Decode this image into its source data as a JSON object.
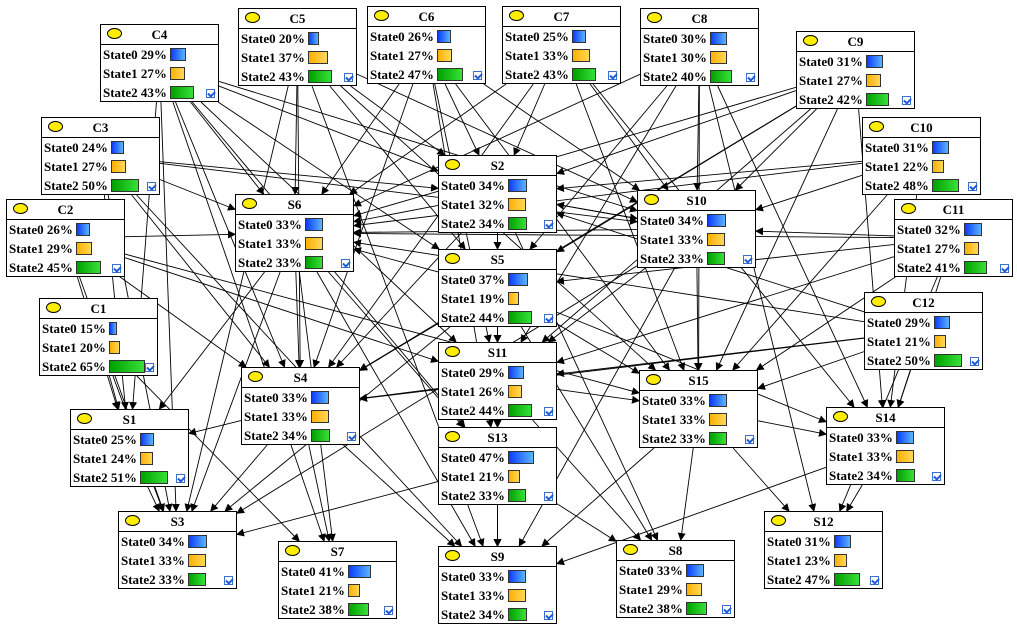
{
  "colors": {
    "state0": "#1e6bff",
    "state1": "#ffc21e",
    "state2": "#10c010",
    "bulb": "#ffee00"
  },
  "nodes": [
    {
      "id": "C4",
      "states": [
        {
          "label": "State0 29%",
          "value": 29
        },
        {
          "label": "State1 27%",
          "value": 27
        },
        {
          "label": "State2 43%",
          "value": 43
        }
      ]
    },
    {
      "id": "C5",
      "states": [
        {
          "label": "State0 20%",
          "value": 20
        },
        {
          "label": "State1 37%",
          "value": 37
        },
        {
          "label": "State2 43%",
          "value": 43
        }
      ]
    },
    {
      "id": "C6",
      "states": [
        {
          "label": "State0 26%",
          "value": 26
        },
        {
          "label": "State1 27%",
          "value": 27
        },
        {
          "label": "State2 47%",
          "value": 47
        }
      ]
    },
    {
      "id": "C7",
      "states": [
        {
          "label": "State0 25%",
          "value": 25
        },
        {
          "label": "State1 33%",
          "value": 33
        },
        {
          "label": "State2 43%",
          "value": 43
        }
      ]
    },
    {
      "id": "C8",
      "states": [
        {
          "label": "State0 30%",
          "value": 30
        },
        {
          "label": "State1 30%",
          "value": 30
        },
        {
          "label": "State2 40%",
          "value": 40
        }
      ]
    },
    {
      "id": "C9",
      "states": [
        {
          "label": "State0 31%",
          "value": 31
        },
        {
          "label": "State1 27%",
          "value": 27
        },
        {
          "label": "State2 42%",
          "value": 42
        }
      ]
    },
    {
      "id": "C3",
      "states": [
        {
          "label": "State0 24%",
          "value": 24
        },
        {
          "label": "State1 27%",
          "value": 27
        },
        {
          "label": "State2 50%",
          "value": 50
        }
      ]
    },
    {
      "id": "C10",
      "states": [
        {
          "label": "State0 31%",
          "value": 31
        },
        {
          "label": "State1 22%",
          "value": 22
        },
        {
          "label": "State2 48%",
          "value": 48
        }
      ]
    },
    {
      "id": "S2",
      "states": [
        {
          "label": "State0 34%",
          "value": 34
        },
        {
          "label": "State1 32%",
          "value": 32
        },
        {
          "label": "State2 34%",
          "value": 34
        }
      ]
    },
    {
      "id": "C2",
      "states": [
        {
          "label": "State0 26%",
          "value": 26
        },
        {
          "label": "State1 29%",
          "value": 29
        },
        {
          "label": "State2 45%",
          "value": 45
        }
      ]
    },
    {
      "id": "S6",
      "states": [
        {
          "label": "State0 33%",
          "value": 33
        },
        {
          "label": "State1 33%",
          "value": 33
        },
        {
          "label": "State2 33%",
          "value": 33
        }
      ]
    },
    {
      "id": "S10",
      "states": [
        {
          "label": "State0 34%",
          "value": 34
        },
        {
          "label": "State1 33%",
          "value": 33
        },
        {
          "label": "State2 33%",
          "value": 33
        }
      ]
    },
    {
      "id": "C11",
      "states": [
        {
          "label": "State0 32%",
          "value": 32
        },
        {
          "label": "State1 27%",
          "value": 27
        },
        {
          "label": "State2 41%",
          "value": 41
        }
      ]
    },
    {
      "id": "S5",
      "states": [
        {
          "label": "State0 37%",
          "value": 37
        },
        {
          "label": "State1 19%",
          "value": 19
        },
        {
          "label": "State2 44%",
          "value": 44
        }
      ]
    },
    {
      "id": "C1",
      "states": [
        {
          "label": "State0 15%",
          "value": 15
        },
        {
          "label": "State1 20%",
          "value": 20
        },
        {
          "label": "State2 65%",
          "value": 65
        }
      ]
    },
    {
      "id": "C12",
      "states": [
        {
          "label": "State0 29%",
          "value": 29
        },
        {
          "label": "State1 21%",
          "value": 21
        },
        {
          "label": "State2 50%",
          "value": 50
        }
      ]
    },
    {
      "id": "S11",
      "states": [
        {
          "label": "State0 29%",
          "value": 29
        },
        {
          "label": "State1 26%",
          "value": 26
        },
        {
          "label": "State2 44%",
          "value": 44
        }
      ]
    },
    {
      "id": "S4",
      "states": [
        {
          "label": "State0 33%",
          "value": 33
        },
        {
          "label": "State1 33%",
          "value": 33
        },
        {
          "label": "State2 34%",
          "value": 34
        }
      ]
    },
    {
      "id": "S15",
      "states": [
        {
          "label": "State0 33%",
          "value": 33
        },
        {
          "label": "State1 33%",
          "value": 33
        },
        {
          "label": "State2 33%",
          "value": 33
        }
      ]
    },
    {
      "id": "S1",
      "states": [
        {
          "label": "State0 25%",
          "value": 25
        },
        {
          "label": "State1 24%",
          "value": 24
        },
        {
          "label": "State2 51%",
          "value": 51
        }
      ]
    },
    {
      "id": "S14",
      "states": [
        {
          "label": "State0 33%",
          "value": 33
        },
        {
          "label": "State1 33%",
          "value": 33
        },
        {
          "label": "State2 34%",
          "value": 34
        }
      ]
    },
    {
      "id": "S13",
      "states": [
        {
          "label": "State0 47%",
          "value": 47
        },
        {
          "label": "State1 21%",
          "value": 21
        },
        {
          "label": "State2 33%",
          "value": 33
        }
      ]
    },
    {
      "id": "S12",
      "states": [
        {
          "label": "State0 31%",
          "value": 31
        },
        {
          "label": "State1 23%",
          "value": 23
        },
        {
          "label": "State2 47%",
          "value": 47
        }
      ]
    },
    {
      "id": "S3",
      "states": [
        {
          "label": "State0 34%",
          "value": 34
        },
        {
          "label": "State1 33%",
          "value": 33
        },
        {
          "label": "State2 33%",
          "value": 33
        }
      ]
    },
    {
      "id": "S7",
      "states": [
        {
          "label": "State0 41%",
          "value": 41
        },
        {
          "label": "State1 21%",
          "value": 21
        },
        {
          "label": "State2 38%",
          "value": 38
        }
      ]
    },
    {
      "id": "S9",
      "states": [
        {
          "label": "State0 33%",
          "value": 33
        },
        {
          "label": "State1 33%",
          "value": 33
        },
        {
          "label": "State2 34%",
          "value": 34
        }
      ]
    },
    {
      "id": "S8",
      "states": [
        {
          "label": "State0 33%",
          "value": 33
        },
        {
          "label": "State1 29%",
          "value": 29
        },
        {
          "label": "State2 38%",
          "value": 38
        }
      ]
    }
  ],
  "edges": [
    [
      "C4",
      "S6"
    ],
    [
      "C4",
      "S2"
    ],
    [
      "C4",
      "S10"
    ],
    [
      "C4",
      "S5"
    ],
    [
      "C4",
      "S11"
    ],
    [
      "C4",
      "S4"
    ],
    [
      "C4",
      "S1"
    ],
    [
      "C4",
      "S3"
    ],
    [
      "C4",
      "S7"
    ],
    [
      "C4",
      "S13"
    ],
    [
      "C5",
      "S6"
    ],
    [
      "C5",
      "S2"
    ],
    [
      "C5",
      "S10"
    ],
    [
      "C5",
      "S5"
    ],
    [
      "C5",
      "S4"
    ],
    [
      "C5",
      "S9"
    ],
    [
      "C5",
      "S15"
    ],
    [
      "C5",
      "S3"
    ],
    [
      "C6",
      "S6"
    ],
    [
      "C6",
      "S2"
    ],
    [
      "C6",
      "S10"
    ],
    [
      "C6",
      "S11"
    ],
    [
      "C6",
      "S4"
    ],
    [
      "C6",
      "S15"
    ],
    [
      "C6",
      "S13"
    ],
    [
      "C7",
      "S6"
    ],
    [
      "C7",
      "S2"
    ],
    [
      "C7",
      "S10"
    ],
    [
      "C7",
      "S15"
    ],
    [
      "C7",
      "S14"
    ],
    [
      "C7",
      "S4"
    ],
    [
      "C8",
      "S10"
    ],
    [
      "C8",
      "S15"
    ],
    [
      "C8",
      "S14"
    ],
    [
      "C8",
      "S12"
    ],
    [
      "C8",
      "S5"
    ],
    [
      "C8",
      "S11"
    ],
    [
      "C8",
      "S6"
    ],
    [
      "C9",
      "S2"
    ],
    [
      "C9",
      "S6"
    ],
    [
      "C9",
      "S10"
    ],
    [
      "C9",
      "S5"
    ],
    [
      "C9",
      "S15"
    ],
    [
      "C9",
      "S14"
    ],
    [
      "C9",
      "S11"
    ],
    [
      "C9",
      "S4"
    ],
    [
      "C3",
      "S6"
    ],
    [
      "C3",
      "S2"
    ],
    [
      "C3",
      "S10"
    ],
    [
      "C3",
      "S1"
    ],
    [
      "C3",
      "S3"
    ],
    [
      "C3",
      "S4"
    ],
    [
      "C3",
      "S9"
    ],
    [
      "C10",
      "S2"
    ],
    [
      "C10",
      "S6"
    ],
    [
      "C10",
      "S10"
    ],
    [
      "C10",
      "S14"
    ],
    [
      "C10",
      "S15"
    ],
    [
      "C2",
      "S6"
    ],
    [
      "C2",
      "S1"
    ],
    [
      "C2",
      "S3"
    ],
    [
      "C2",
      "S11"
    ],
    [
      "C2",
      "S15"
    ],
    [
      "C2",
      "S4"
    ],
    [
      "C11",
      "S6"
    ],
    [
      "C11",
      "S10"
    ],
    [
      "C11",
      "S5"
    ],
    [
      "C11",
      "S14"
    ],
    [
      "C11",
      "S15"
    ],
    [
      "C11",
      "S11"
    ],
    [
      "C11",
      "S12"
    ],
    [
      "C1",
      "S1"
    ],
    [
      "C1",
      "S3"
    ],
    [
      "C1",
      "S7"
    ],
    [
      "C12",
      "S14"
    ],
    [
      "C12",
      "S15"
    ],
    [
      "C12",
      "S4"
    ],
    [
      "C12",
      "S2"
    ],
    [
      "C12",
      "S6"
    ],
    [
      "C12",
      "S11"
    ],
    [
      "S2",
      "S6"
    ],
    [
      "S2",
      "S10"
    ],
    [
      "S2",
      "S5"
    ],
    [
      "S2",
      "S4"
    ],
    [
      "S2",
      "S11"
    ],
    [
      "S2",
      "S13"
    ],
    [
      "S2",
      "S8"
    ],
    [
      "S10",
      "S6"
    ],
    [
      "S10",
      "S2"
    ],
    [
      "S10",
      "S15"
    ],
    [
      "S10",
      "S11"
    ],
    [
      "S10",
      "S9"
    ],
    [
      "S10",
      "S3"
    ],
    [
      "S6",
      "S4"
    ],
    [
      "S6",
      "S1"
    ],
    [
      "S6",
      "S3"
    ],
    [
      "S6",
      "S7"
    ],
    [
      "S6",
      "S9"
    ],
    [
      "S6",
      "S13"
    ],
    [
      "S5",
      "S6"
    ],
    [
      "S5",
      "S4"
    ],
    [
      "S5",
      "S3"
    ],
    [
      "S5",
      "S15"
    ],
    [
      "S5",
      "S14"
    ],
    [
      "S5",
      "S9"
    ],
    [
      "S5",
      "S8"
    ],
    [
      "S5",
      "S11"
    ],
    [
      "S11",
      "S4"
    ],
    [
      "S11",
      "S15"
    ],
    [
      "S11",
      "S9"
    ],
    [
      "S11",
      "S8"
    ],
    [
      "S11",
      "S13"
    ],
    [
      "S4",
      "S1"
    ],
    [
      "S4",
      "S3"
    ],
    [
      "S4",
      "S7"
    ],
    [
      "S4",
      "S9"
    ],
    [
      "S15",
      "S9"
    ],
    [
      "S15",
      "S8"
    ],
    [
      "S15",
      "S12"
    ],
    [
      "S15",
      "S14"
    ],
    [
      "S14",
      "S12"
    ],
    [
      "S14",
      "S9"
    ],
    [
      "S13",
      "S9"
    ],
    [
      "S13",
      "S8"
    ],
    [
      "S13",
      "S3"
    ],
    [
      "S1",
      "S3"
    ]
  ]
}
